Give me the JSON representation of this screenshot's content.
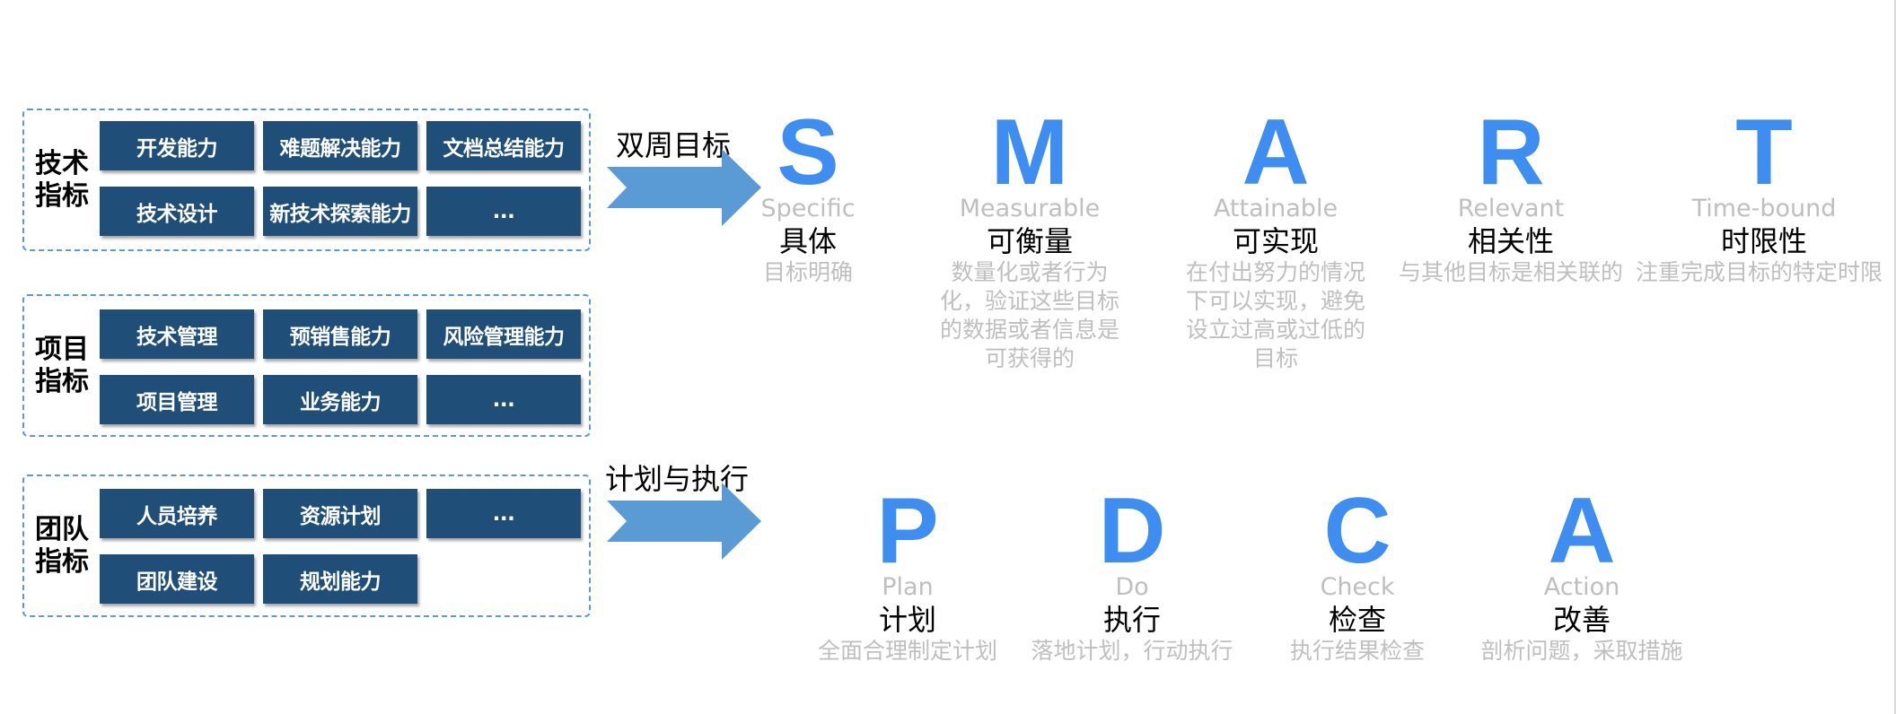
{
  "groups": [
    {
      "label": "技术\n指标",
      "tiles": [
        "开发能力",
        "难题解决能力",
        "文档总结能力",
        "技术设计",
        "新技术探索能力",
        "..."
      ]
    },
    {
      "label": "项目\n指标",
      "tiles": [
        "技术管理",
        "预销售能力",
        "风险管理能力",
        "项目管理",
        "业务能力",
        "..."
      ]
    },
    {
      "label": "团队\n指标",
      "tiles": [
        "人员培养",
        "资源计划",
        "...",
        "团队建设",
        "规划能力"
      ]
    }
  ],
  "arrows": [
    {
      "label": "双周目标"
    },
    {
      "label": "计划与执行"
    }
  ],
  "smart": [
    {
      "letter": "S",
      "en": "Specific",
      "zh": "具体",
      "desc": "目标明确"
    },
    {
      "letter": "M",
      "en": "Measurable",
      "zh": "可衡量",
      "desc": "数量化或者行为化，验证这些目标的数据或者信息是可获得的"
    },
    {
      "letter": "A",
      "en": "Attainable",
      "zh": "可实现",
      "desc": "在付出努力的情况下可以实现，避免设立过高或过低的目标"
    },
    {
      "letter": "R",
      "en": "Relevant",
      "zh": "相关性",
      "desc": "与其他目标是相关联的"
    },
    {
      "letter": "T",
      "en": "Time-bound",
      "zh": "时限性",
      "desc": "注重完成目标的特定时限"
    }
  ],
  "pdca": [
    {
      "letter": "P",
      "en": "Plan",
      "zh": "计划",
      "desc": "全面合理制定计划"
    },
    {
      "letter": "D",
      "en": "Do",
      "zh": "执行",
      "desc": "落地计划，行动执行"
    },
    {
      "letter": "C",
      "en": "Check",
      "zh": "检查",
      "desc": "执行结果检查"
    },
    {
      "letter": "A",
      "en": "Action",
      "zh": "改善",
      "desc": "剖析问题，采取措施"
    }
  ],
  "colors": {
    "tile": "#1f4e79",
    "group_border": "#5b9bd5",
    "arrow": "#5b9bd5",
    "letter": "#3d8ef0",
    "muted_text": "#bfbfbf"
  }
}
